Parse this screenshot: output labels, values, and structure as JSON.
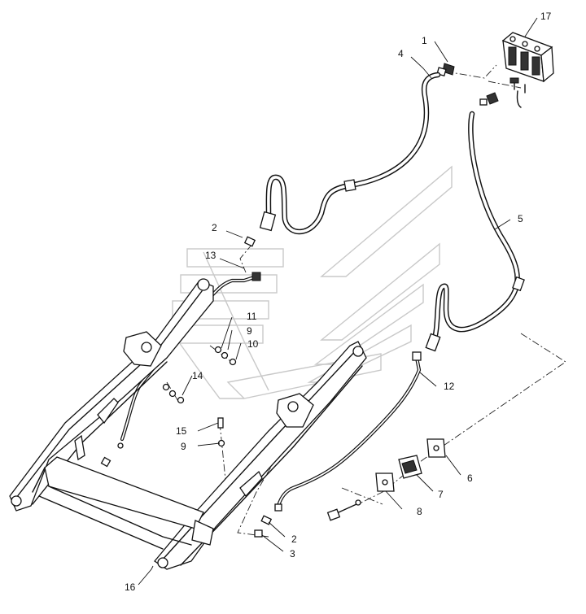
{
  "diagram": {
    "callouts": [
      {
        "id": "c1",
        "text": "1"
      },
      {
        "id": "c2a",
        "text": "2"
      },
      {
        "id": "c2b",
        "text": "2"
      },
      {
        "id": "c3",
        "text": "3"
      },
      {
        "id": "c4",
        "text": "4"
      },
      {
        "id": "c5",
        "text": "5"
      },
      {
        "id": "c6",
        "text": "6"
      },
      {
        "id": "c7",
        "text": "7"
      },
      {
        "id": "c8",
        "text": "8"
      },
      {
        "id": "c9a",
        "text": "9"
      },
      {
        "id": "c9b",
        "text": "9"
      },
      {
        "id": "c10",
        "text": "10"
      },
      {
        "id": "c11",
        "text": "11"
      },
      {
        "id": "c12",
        "text": "12"
      },
      {
        "id": "c13",
        "text": "13"
      },
      {
        "id": "c14",
        "text": "14"
      },
      {
        "id": "c15",
        "text": "15"
      },
      {
        "id": "c16",
        "text": "16"
      },
      {
        "id": "c17",
        "text": "17"
      }
    ]
  }
}
